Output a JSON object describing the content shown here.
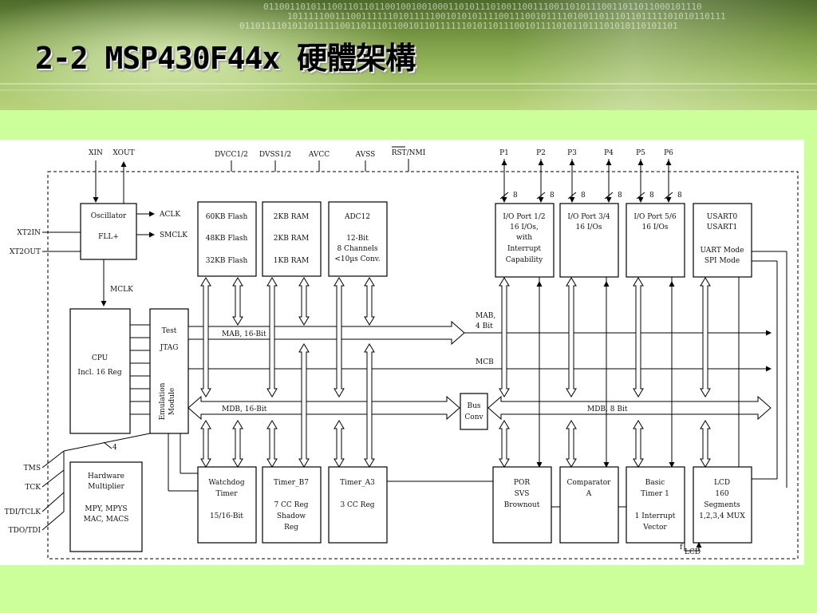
{
  "slide": {
    "title": "2-2 MSP430F44x 硬體架構"
  },
  "banner_binary": [
    "01100110101110011011011001001001000110101110100110011100110101110011011011000101110",
    "10111110011100111111010111110010101011110011100101111010011011101101111101010110111",
    "01101111010110111110011011101100101101111110101101110010111101011011101010110101101"
  ],
  "diagram": {
    "pins_top": {
      "xin": "XIN",
      "xout": "XOUT",
      "dvcc": "DVCC1/2",
      "dvss": "DVSS1/2",
      "avcc": "AVCC",
      "avss": "AVSS",
      "rst": "RST/NMI"
    },
    "ports_top": [
      "P1",
      "P2",
      "P3",
      "P4",
      "P5",
      "P6"
    ],
    "bus_width_8": "8",
    "pins_left": {
      "xt2in": "XT2IN",
      "xt2out": "XT2OUT",
      "tms": "TMS",
      "tck": "TCK",
      "tditclk": "TDI/TCLK",
      "tdotdi": "TDO/TDI"
    },
    "oscillator": {
      "line1": "Oscillator",
      "line2": "FLL+",
      "aclk": "ACLK",
      "smclk": "SMCLK",
      "mclk": "MCLK"
    },
    "cpu": {
      "line1": "CPU",
      "line2": "Incl. 16 Reg"
    },
    "jtag": {
      "test": "Test",
      "jtag": "JTAG",
      "emulation": "Emulation",
      "module": "Module"
    },
    "flash": [
      "60KB Flash",
      "48KB Flash",
      "32KB Flash"
    ],
    "ram": [
      "2KB RAM",
      "2KB RAM",
      "1KB RAM"
    ],
    "adc": [
      "ADC12",
      "12-Bit",
      "8 Channels",
      "<10µs Conv."
    ],
    "io12": [
      "I/O Port 1/2",
      "16 I/Os,",
      "with",
      "Interrupt",
      "Capability"
    ],
    "io34": [
      "I/O Port 3/4",
      "16 I/Os"
    ],
    "io56": [
      "I/O Port 5/6",
      "16 I/Os"
    ],
    "usart": [
      "USART0",
      "USART1",
      "UART Mode",
      "SPI Mode"
    ],
    "bus": {
      "mab16": "MAB, 16-Bit",
      "mab4a": "MAB,",
      "mab4b": "4 Bit",
      "mcb": "MCB",
      "mdb16": "MDB, 16-Bit",
      "mdb8": "MDB, 8 Bit",
      "conv1": "Bus",
      "conv2": "Conv"
    },
    "hwmult": [
      "Hardware",
      "Multiplier",
      "MPY, MPYS",
      "MAC, MACS"
    ],
    "jtag_bus_width": "4",
    "watchdog": [
      "Watchdog",
      "Timer",
      "15/16-Bit"
    ],
    "timerb": [
      "Timer_B7",
      "7 CC Reg",
      "Shadow",
      "Reg"
    ],
    "timera": [
      "Timer_A3",
      "3 CC Reg"
    ],
    "por": [
      "POR",
      "SVS",
      "Brownout"
    ],
    "comp": [
      "Comparator",
      "A"
    ],
    "basic": [
      "Basic",
      "Timer 1",
      "1 Interrupt",
      "Vector"
    ],
    "lcd": [
      "LCD",
      "160",
      "Segments",
      "1,2,3,4 MUX"
    ],
    "flcd": {
      "f": "f",
      "sub": "LCD"
    }
  }
}
